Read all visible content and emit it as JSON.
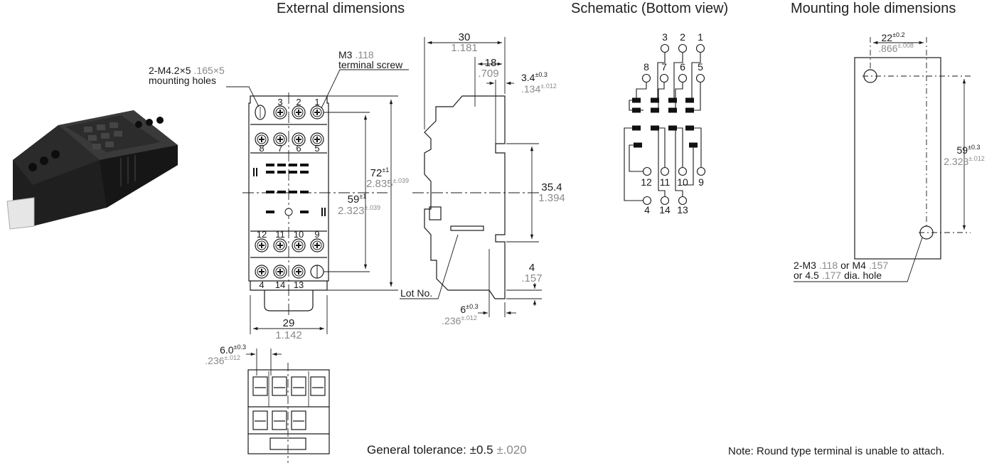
{
  "headings": {
    "external": "External dimensions",
    "schematic": "Schematic (Bottom view)",
    "mounting": "Mounting hole dimensions"
  },
  "callouts": {
    "mount_holes_line1": "2-M4.2×5",
    "mount_holes_line1_inch": ".165×5",
    "mount_holes_line2": "mounting holes",
    "screw_line1": "M3",
    "screw_line1_inch": ".118",
    "screw_line2": "terminal screw",
    "lot_no": "Lot No."
  },
  "dims": {
    "w30": "30",
    "w30_in": "1.181",
    "w18": "18",
    "w18_in": ".709",
    "d34": "3.4",
    "d34_tol": "±0.3",
    "d34_in": ".134",
    "d34_in_tol": "±.012",
    "h72": "72",
    "h72_tol": "±1",
    "h72_in": "2.835",
    "h72_in_tol": "±.039",
    "h59": "59",
    "h59_tol": "±1",
    "h59_in": "2.323",
    "h59_in_tol": "±.039",
    "h354": "35.4",
    "h354_in": "1.394",
    "d4": "4",
    "d4_in": ".157",
    "d6": "6",
    "d6_tol": "±0.3",
    "d6_in": ".236",
    "d6_in_tol": "±.012",
    "w29": "29",
    "w29_in": "1.142",
    "w60": "6.0",
    "w60_tol": "±0.3",
    "w60_in": ".236",
    "w60_in_tol": "±.012"
  },
  "front_terminals": {
    "top": [
      "3",
      "2",
      "1"
    ],
    "row2": [
      "8",
      "7",
      "6",
      "5"
    ],
    "row3": [
      "12",
      "11",
      "10",
      "9"
    ],
    "bottom": [
      "4",
      "14",
      "13"
    ]
  },
  "schematic": {
    "top": [
      "3",
      "2",
      "1"
    ],
    "upper": [
      "8",
      "7",
      "6",
      "5"
    ],
    "lower": [
      "12",
      "11",
      "10",
      "9"
    ],
    "bottom": [
      "4",
      "14",
      "13"
    ]
  },
  "mounting": {
    "w22": "22",
    "w22_tol": "±0.2",
    "w22_in": ".866",
    "w22_in_tol": "±.008",
    "h59": "59",
    "h59_tol": "±0.3",
    "h59_in": "2.323",
    "h59_in_tol": "±.012",
    "hole_l1_a": "2-M3",
    "hole_l1_b": ".118",
    "hole_l1_c": "or M4",
    "hole_l1_d": ".157",
    "hole_l2_a": "or 4.5",
    "hole_l2_b": ".177",
    "hole_l2_c": "dia. hole"
  },
  "footer": {
    "tolerance_label": "General tolerance:",
    "tolerance_mm": "±0.5",
    "tolerance_in": "±.020",
    "note": "Note: Round type terminal is unable to attach."
  },
  "colors": {
    "ink": "#1a1a1a",
    "inch": "#8a8a8a",
    "socket_body": "#2a2a2a"
  }
}
